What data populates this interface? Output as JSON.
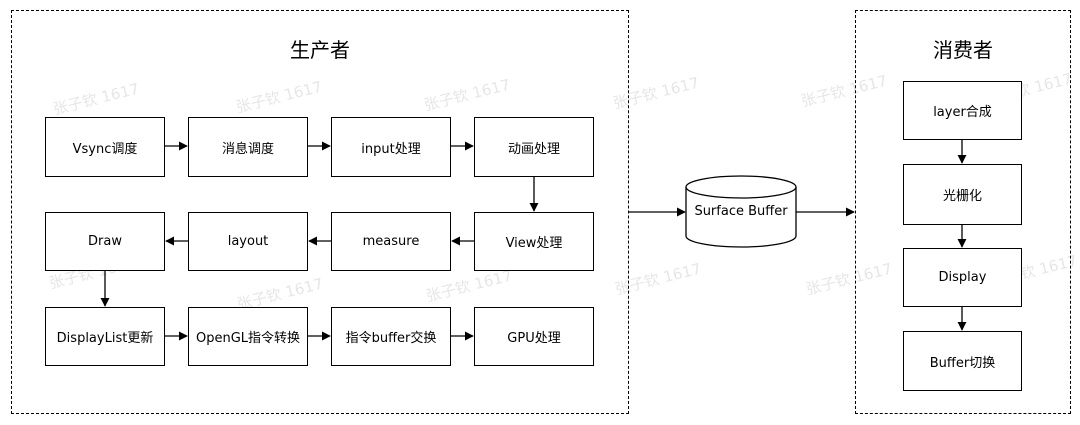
{
  "producer": {
    "title": "生产者",
    "nodes": {
      "vsync": "Vsync调度",
      "message": "消息调度",
      "input": "input处理",
      "animation": "动画处理",
      "view": "View处理",
      "measure": "measure",
      "layout": "layout",
      "draw": "Draw",
      "displaylist": "DisplayList更新",
      "opengl": "OpenGL指令转换",
      "buffer_swap": "指令buffer交换",
      "gpu": "GPU处理"
    }
  },
  "storage": {
    "surface_buffer": "Surface Buffer"
  },
  "consumer": {
    "title": "消费者",
    "nodes": {
      "layer": "layer合成",
      "raster": "光栅化",
      "display": "Display",
      "buffer_switch": "Buffer切换"
    }
  },
  "watermark": {
    "text": "张子钦 1617"
  },
  "colors": {
    "line": "#000000",
    "background": "#ffffff",
    "watermark": "#e6e6e6"
  }
}
